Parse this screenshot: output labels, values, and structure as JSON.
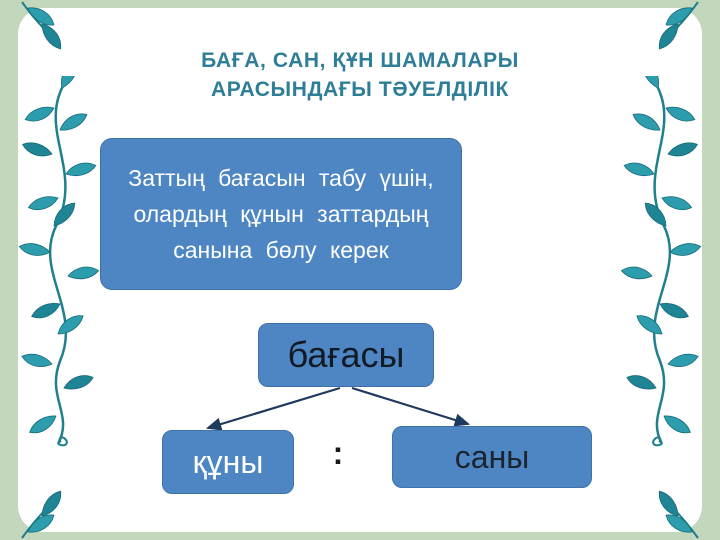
{
  "slide": {
    "title": {
      "line1": "БАҒА, САН, ҚҰН ШАМАЛАРЫ",
      "line2": "АРАСЫНДАҒЫ ТӘУЕЛДІЛІК"
    },
    "statement": {
      "line1": "Заттың бағасын табу үшін,",
      "line2": "олардың құнын заттардың",
      "line3": "санына бөлу керек"
    },
    "diagram": {
      "top_label": "бағасы",
      "left_label": "құны",
      "operator": ":",
      "right_label": "саны"
    },
    "colors": {
      "border_background": "#c3d7bd",
      "slide_background": "#ffffff",
      "title_text": "#2e7e97",
      "box_fill": "#4d86c3",
      "statement_text": "#ffffff",
      "dark_label_text": "#121a26",
      "light_label_text": "#ffffff",
      "arrow": "#1e3a5c",
      "ornament_leaf": "#2d9dad"
    }
  }
}
